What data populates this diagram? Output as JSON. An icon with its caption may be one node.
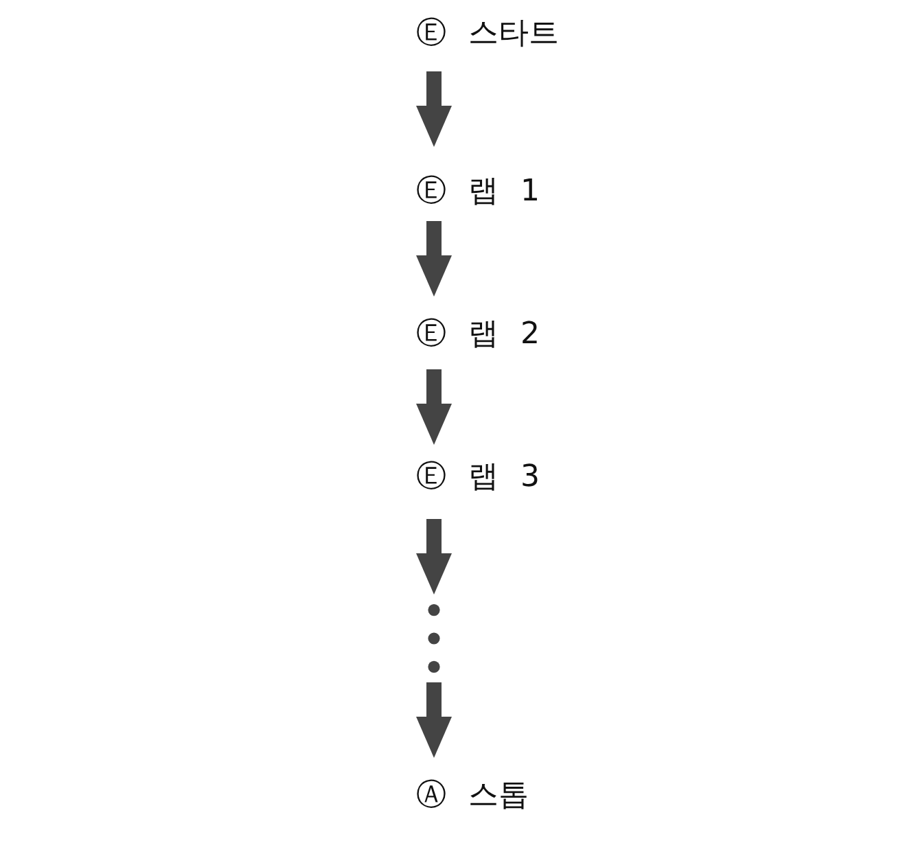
{
  "diagram": {
    "nodes": [
      {
        "text": [
          "Ⓔ 스타트"
        ]
      },
      {
        "text": [
          "Ⓔ 랩 1"
        ]
      },
      {
        "text": [
          "Ⓔ 랩 2"
        ]
      },
      {
        "text": [
          "Ⓔ 랩 3"
        ]
      },
      {
        "text": [],
        "shape": "dots"
      },
      {
        "text": [
          "Ⓐ 스톱"
        ]
      }
    ],
    "edges": [
      {
        "from": 0,
        "to": 1,
        "arrow": "to"
      },
      {
        "from": 1,
        "to": 2,
        "arrow": "to"
      },
      {
        "from": 2,
        "to": 3,
        "arrow": "to"
      },
      {
        "from": 3,
        "to": 4,
        "arrow": "to"
      },
      {
        "from": 4,
        "to": 5,
        "arrow": "to"
      }
    ]
  }
}
